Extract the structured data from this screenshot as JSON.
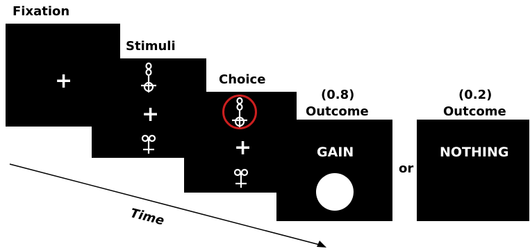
{
  "panels": {
    "fixation": {
      "label": "Fixation",
      "symbol": "+"
    },
    "stimuli": {
      "label": "Stimuli",
      "symbol": "+"
    },
    "choice": {
      "label": "Choice",
      "symbol": "+"
    },
    "outcome_gain": {
      "probability": "(0.8)",
      "label": "Outcome",
      "text": "GAIN"
    },
    "outcome_nothing": {
      "probability": "(0.2)",
      "label": "Outcome",
      "text": "NOTHING"
    }
  },
  "separator": "or",
  "time_label": "Time",
  "colors": {
    "screen": "#000000",
    "stimulus": "#ffffff",
    "choice_highlight": "#cc1f1f"
  },
  "icons": {
    "stimulus_a": "ornate-glyph-a-icon",
    "stimulus_b": "ornate-glyph-b-icon"
  }
}
